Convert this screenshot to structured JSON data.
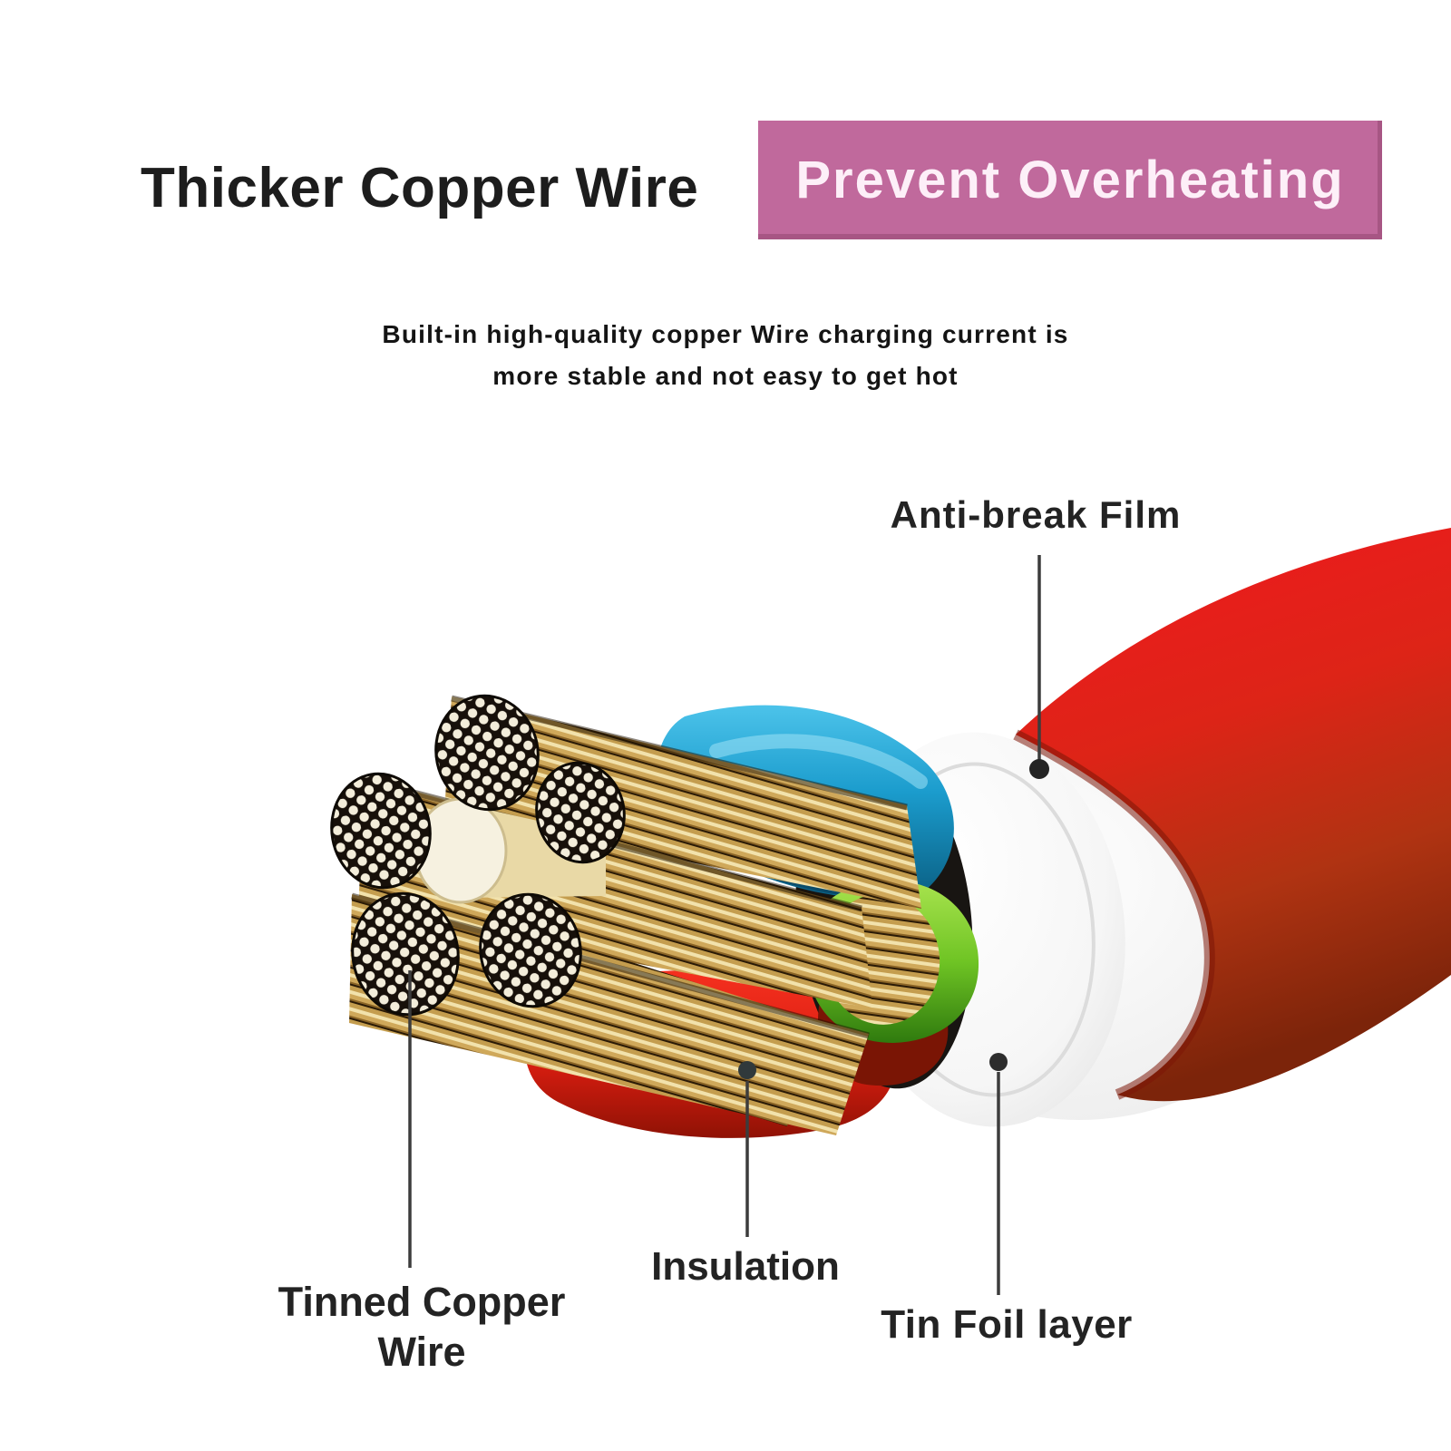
{
  "header": {
    "title": "Thicker Copper Wire",
    "badge": {
      "label": "Prevent Overheating"
    }
  },
  "subtitle": {
    "line1": "Built-in high-quality copper Wire charging current is",
    "line2": "more stable and not easy to get hot"
  },
  "annotations": {
    "anti_break_film": {
      "label": "Anti-break Film"
    },
    "tinned_copper_wire": {
      "label_line1": "Tinned Copper",
      "label_line2": "Wire"
    },
    "insulation": {
      "label": "Insulation"
    },
    "tin_foil_layer": {
      "label": "Tin Foil layer"
    }
  },
  "illustration": {
    "subject": "cutaway of red charging cable showing inner layers",
    "colors": {
      "badge_bg": "#c0699c",
      "badge_text": "#fdeff8",
      "jacket_red_bright": "#f2181f",
      "jacket_red_dark": "#7c240a",
      "anti_break_film_white": "#f6f6f6",
      "wire_blue": "#1b9ccd",
      "wire_green": "#6fc424",
      "insulation_red": "#d81d10",
      "copper_mid": "#cfa557",
      "copper_light": "#f2e2ac",
      "tinned_dot": "#f3edda",
      "leader_line": "#3c3c3c",
      "heading_text": "#1d1d1d"
    }
  }
}
